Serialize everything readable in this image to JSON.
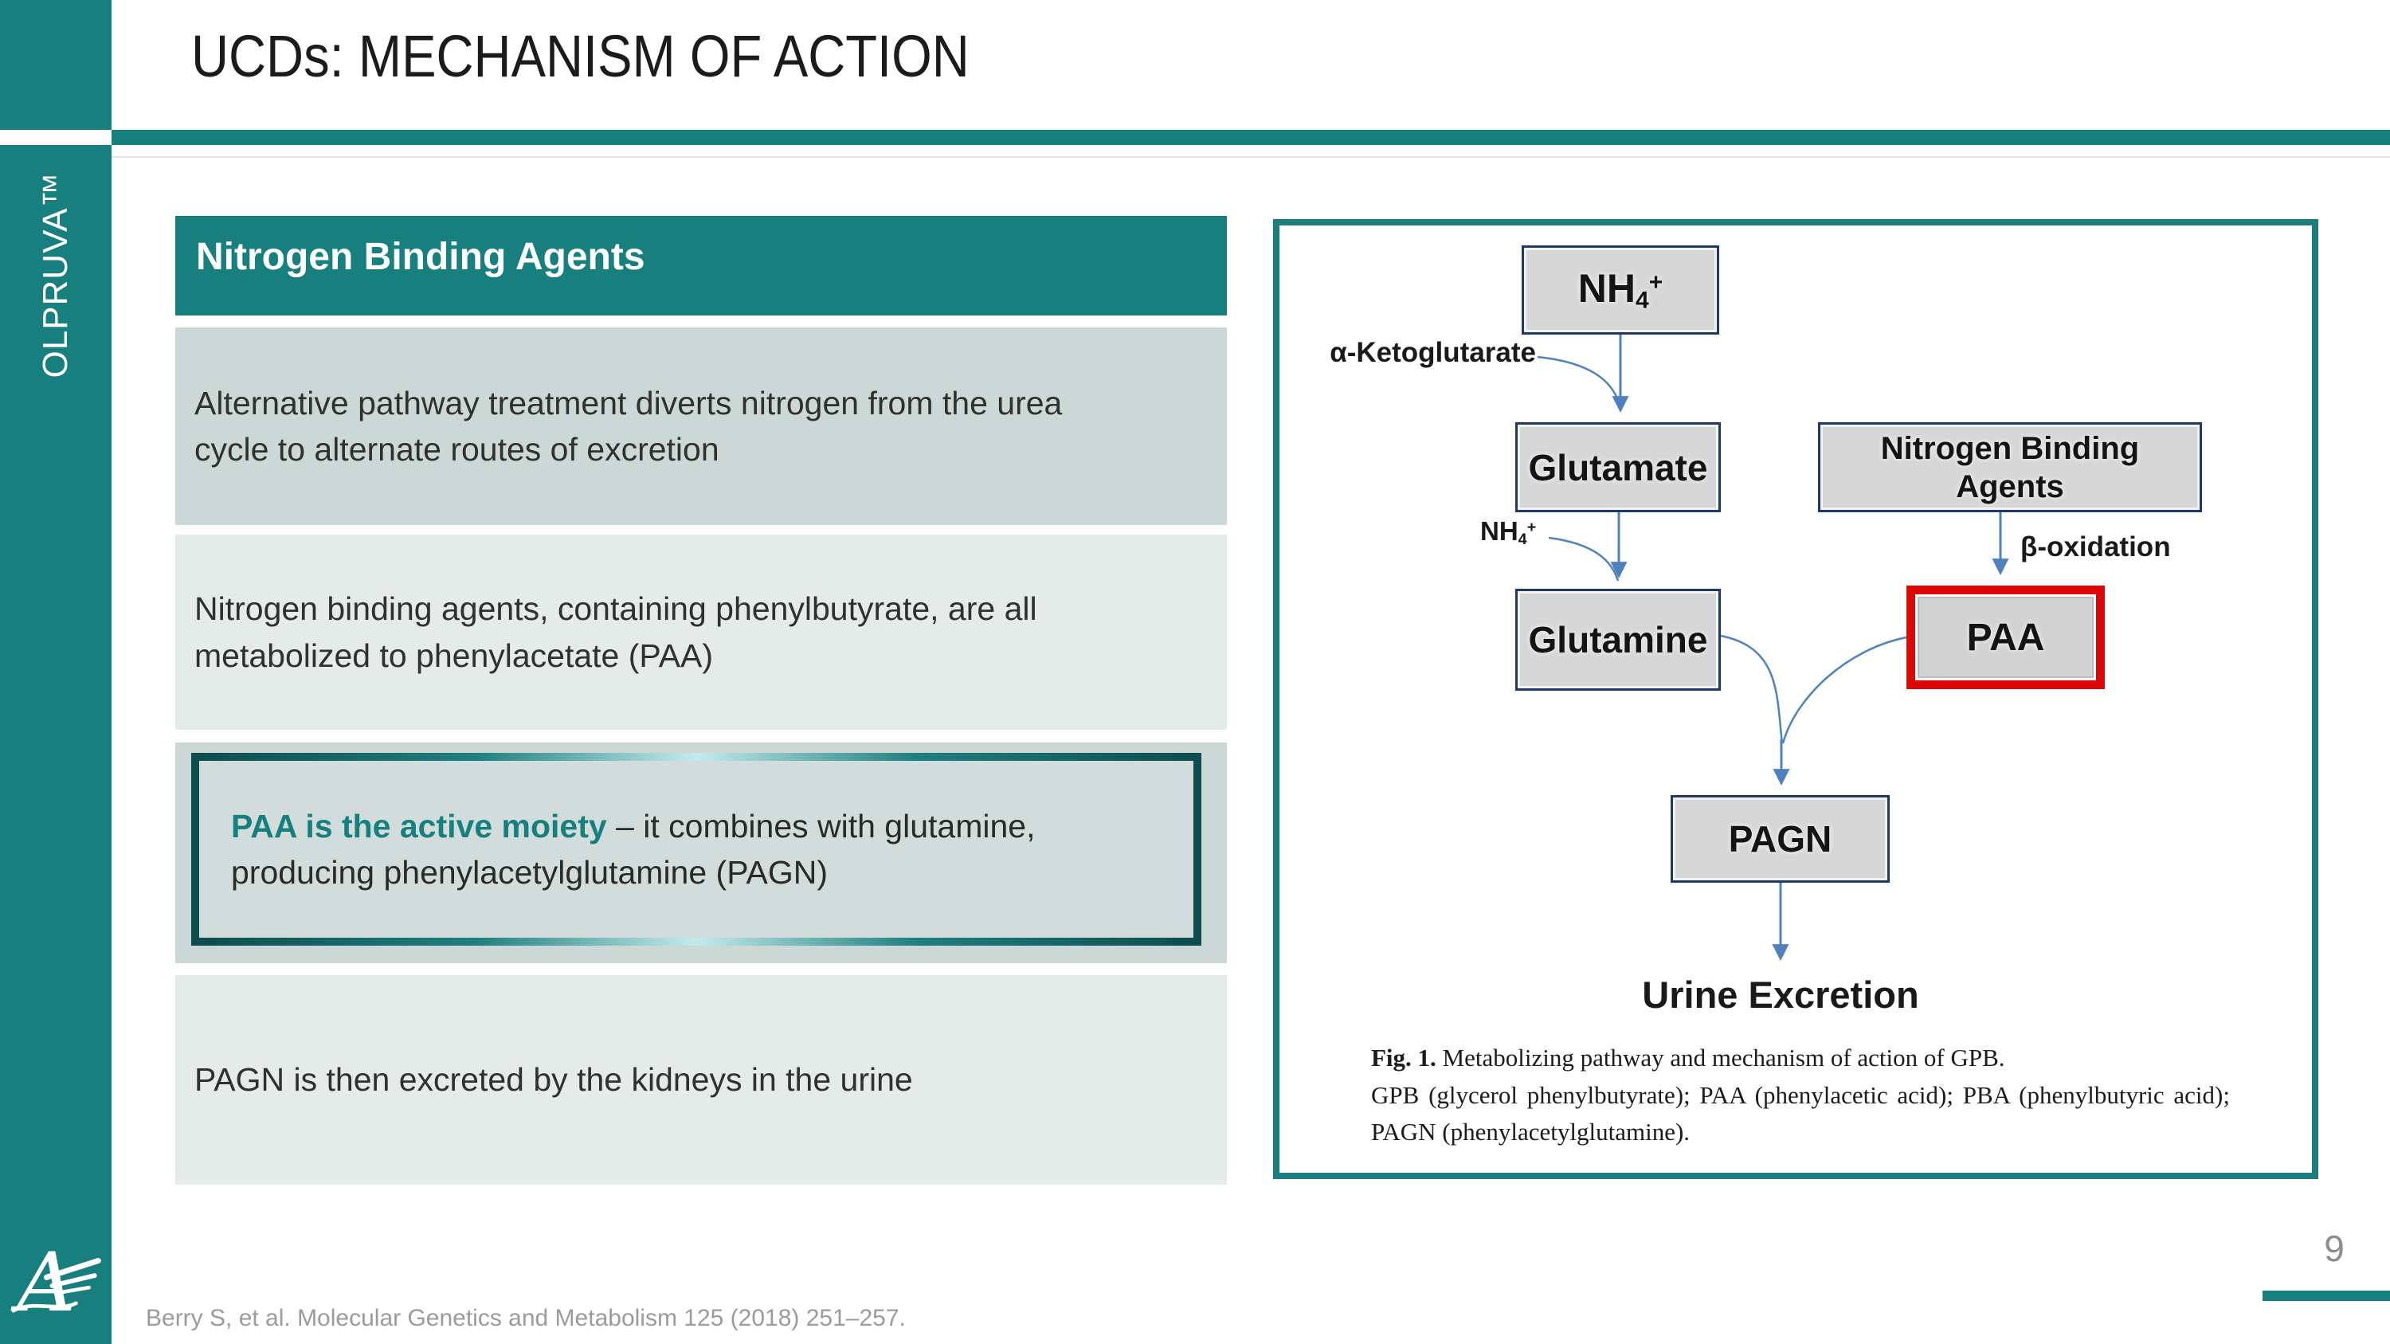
{
  "slide": {
    "title": "UCDs: MECHANISM OF ACTION",
    "page_number": "9"
  },
  "sidebar": {
    "brand": "OLPRUVA™",
    "logo": "eagle-a-logo"
  },
  "panel": {
    "header": "Nitrogen Binding Agents",
    "rows": [
      {
        "text": "Alternative pathway treatment diverts nitrogen from the urea cycle to alternate routes of excretion"
      },
      {
        "text": "Nitrogen binding agents, containing phenylbutyrate, are all metabolized to phenylacetate (PAA)"
      },
      {
        "lead": "PAA is the active moiety",
        "rest": " – it combines with glutamine, producing phenylacetylglutamine (PAGN)"
      },
      {
        "text": "PAGN is then excreted by the kidneys in the urine"
      }
    ]
  },
  "diagram": {
    "nh4": {
      "base": "NH",
      "sub": "4",
      "sup": "+"
    },
    "nh4_small": {
      "base": "NH",
      "sub": "4",
      "sup": "+"
    },
    "boxes": {
      "glutamate": "Glutamate",
      "nba": "Nitrogen Binding Agents",
      "glutamine": "Glutamine",
      "paa": "PAA",
      "pagn": "PAGN"
    },
    "labels": {
      "alpha": "α-Ketoglutarate",
      "beta": "β-oxidation",
      "urine": "Urine Excretion"
    },
    "caption": {
      "fig_lead": "Fig. 1.",
      "fig_text": " Metabolizing pathway and mechanism of action of GPB.",
      "abbrev": "GPB (glycerol phenylbutyrate); PAA (phenylacetic acid); PBA (phenylbutyric acid); PAGN (phenylacetylglutamine)."
    }
  },
  "footer": {
    "citation": "Berry S, et al. Molecular Genetics and Metabolism 125 (2018) 251–257."
  },
  "colors": {
    "teal": "#17807e",
    "row_dark": "#ccd8d6",
    "row_light": "#e5ebe9",
    "node_fill": "#d6d6d6",
    "node_border": "#1f3864",
    "paa_red": "#dd0806",
    "arrow_blue": "#4f81bd",
    "footer_gray": "#999b9c"
  }
}
